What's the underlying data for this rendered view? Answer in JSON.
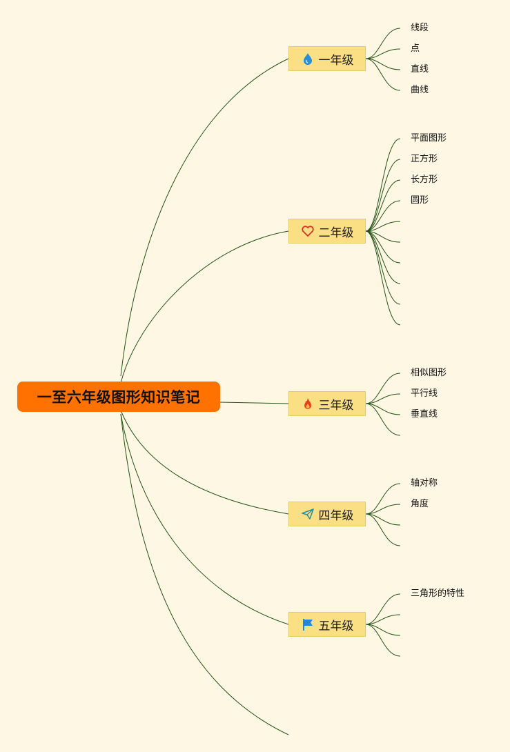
{
  "root": {
    "label": "一至六年级图形知识笔记",
    "color": "#ff7200"
  },
  "grades": [
    {
      "label": "一年级",
      "icon": "water-drop-icon",
      "icon_color": "#2b8fd6",
      "topics": [
        "线段",
        "点",
        "直线",
        "曲线"
      ],
      "empty_branches": 0
    },
    {
      "label": "二年级",
      "icon": "heart-icon",
      "icon_color": "#d93025",
      "topics": [
        "平面图形",
        "正方形",
        "长方形",
        "圆形"
      ],
      "empty_branches": 6
    },
    {
      "label": "三年级",
      "icon": "fire-icon",
      "icon_color": "#e8401c",
      "topics": [
        "相似图形",
        "平行线",
        "垂直线"
      ],
      "empty_branches": 1
    },
    {
      "label": "四年级",
      "icon": "paper-plane-icon",
      "icon_color": "#2b8fa0",
      "topics": [
        "轴对称",
        "角度"
      ],
      "empty_branches": 2
    },
    {
      "label": "五年级",
      "icon": "flag-icon",
      "icon_color": "#1e88d9",
      "topics": [
        "三角形的特性"
      ],
      "empty_branches": 3
    }
  ],
  "colors": {
    "background": "#fdf7e4",
    "grade_fill": "#fbdf85",
    "line": "#245214"
  }
}
